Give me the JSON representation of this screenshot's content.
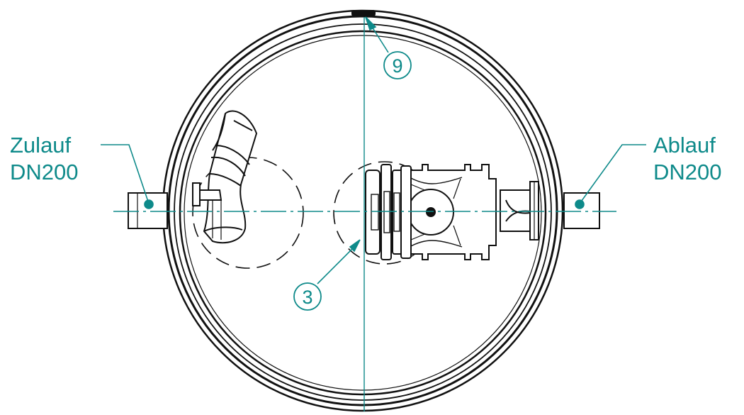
{
  "labels": {
    "inlet_name": "Zulauf",
    "inlet_size": "DN200",
    "outlet_name": "Ablauf",
    "outlet_size": "DN200",
    "callout_top": "9",
    "callout_center": "3"
  },
  "colors": {
    "accent": "#0e8a8a",
    "line": "#111111",
    "background": "#ffffff"
  }
}
